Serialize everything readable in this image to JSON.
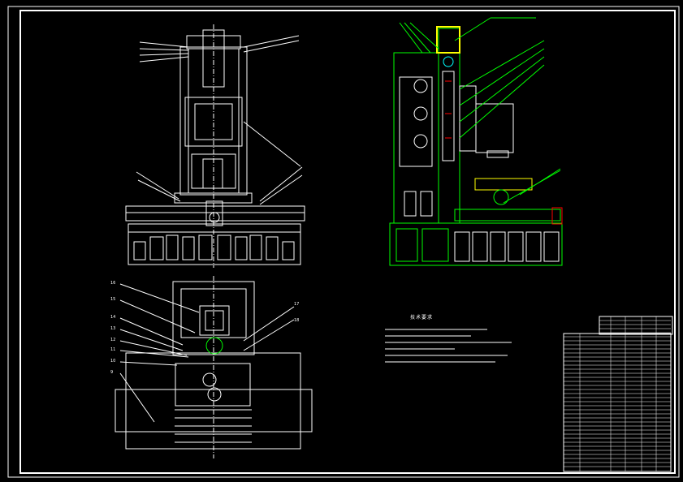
{
  "drawing": {
    "notes_title": "技术要求",
    "balloons_top_left": [],
    "balloons_bottom": [
      "16",
      "15",
      "14",
      "13",
      "12",
      "11",
      "10",
      "9"
    ],
    "balloons_bottom_right": [
      "17",
      "18"
    ]
  },
  "colors": {
    "background": "#000000",
    "lines": "#ffffff",
    "accent_green": "#00ff00",
    "accent_red": "#ff0000",
    "accent_yellow": "#ffff00",
    "accent_cyan": "#00ffff"
  }
}
